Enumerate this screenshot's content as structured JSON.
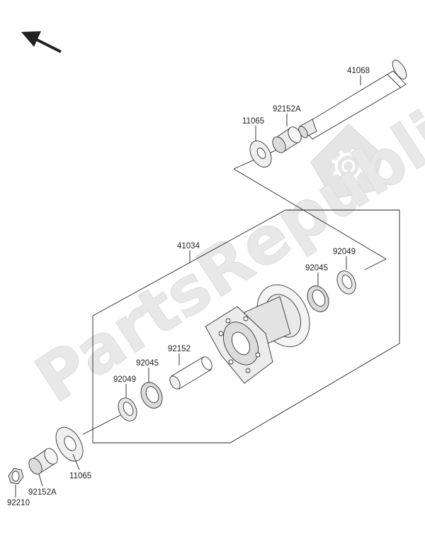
{
  "watermark": {
    "brand_text": "PartsRepublik",
    "color": "#e3e3e3"
  },
  "diagram": {
    "arrow_icon": "direction-arrow-icon",
    "callouts": [
      {
        "id": "axle",
        "label": "41068"
      },
      {
        "id": "collar-top",
        "label": "92152A"
      },
      {
        "id": "cover-top",
        "label": "11065"
      },
      {
        "id": "hub",
        "label": "41034"
      },
      {
        "id": "seal-right",
        "label": "92049"
      },
      {
        "id": "bearing-right",
        "label": "92045"
      },
      {
        "id": "spacer",
        "label": "92152"
      },
      {
        "id": "bearing-left",
        "label": "92045"
      },
      {
        "id": "seal-left",
        "label": "92049"
      },
      {
        "id": "cover-bottom",
        "label": "11065"
      },
      {
        "id": "collar-bottom",
        "label": "92152A"
      },
      {
        "id": "nut",
        "label": "92210"
      }
    ]
  }
}
